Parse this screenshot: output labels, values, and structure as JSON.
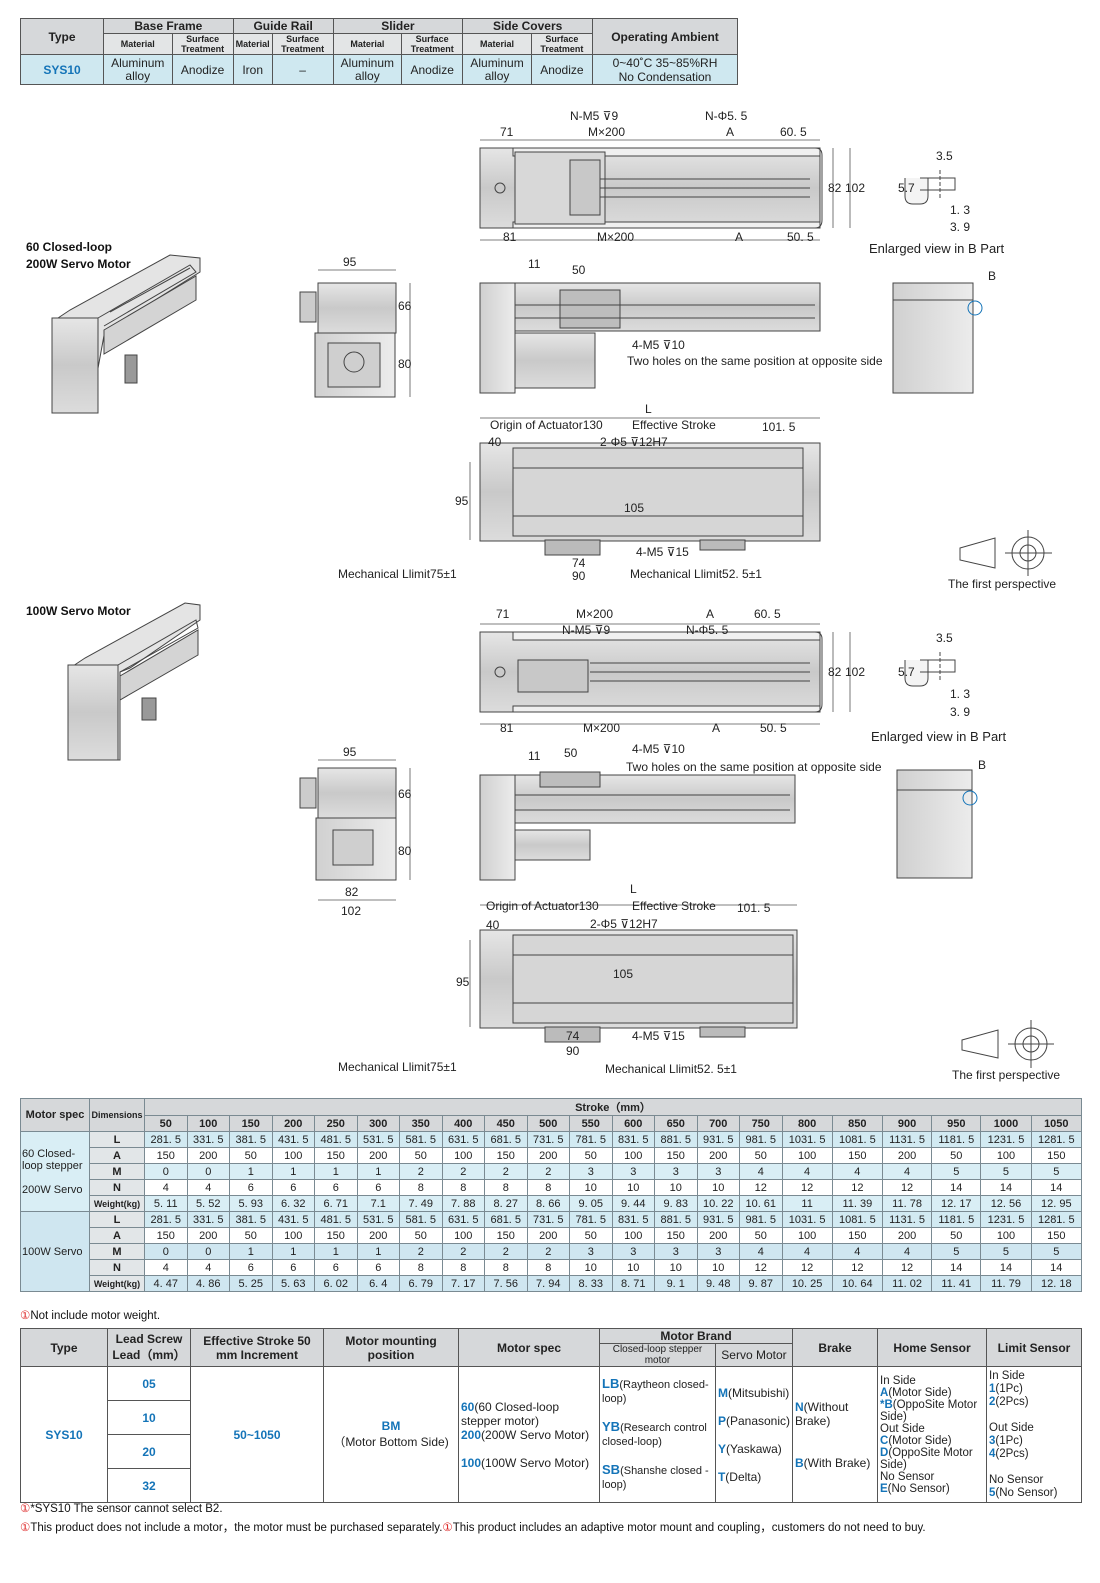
{
  "spec_table": {
    "headers": [
      "Type",
      "Base Frame",
      "Guide Rail",
      "Slider",
      "Side Covers",
      "Operating Ambient"
    ],
    "sub_material": "Material",
    "sub_surface": "Surface Treatment",
    "row": {
      "type": "SYS10",
      "bf_mat": "Aluminum alloy",
      "bf_surf": "Anodize",
      "gr_mat": "Iron",
      "gr_surf": "–",
      "sl_mat": "Aluminum alloy",
      "sl_surf": "Anodize",
      "sc_mat": "Aluminum alloy",
      "sc_surf": "Anodize",
      "ambient_1": "0~40˚C    35~85%RH",
      "ambient_2": "No Condensation"
    }
  },
  "labels": {
    "motor200_1": "60 Closed-loop",
    "motor200_2": "200W Servo Motor",
    "motor100": "100W Servo Motor",
    "enlarged": "Enlarged view in B Part",
    "perspective": "The first perspective",
    "b_part": "B",
    "two_holes": "Two holes on the same position at opposite side",
    "origin": "Origin of Actuator130",
    "eff_stroke": "Effective Stroke",
    "mech_left": "Mechanical Llimit75±1",
    "mech_right": "Mechanical Llimit52. 5±1"
  },
  "dims": {
    "d71": "71",
    "mx200": "M×200",
    "a": "A",
    "d605": "60. 5",
    "d81": "81",
    "d505": "50. 5",
    "d82": "82",
    "d102": "102",
    "nm5": "N-M5 ⊽9",
    "nphi": "N-Φ5. 5",
    "d57": "5.7",
    "d35": "3.5",
    "d13": "1. 3",
    "d39": "3. 9",
    "d95": "95",
    "d66": "66",
    "d80": "80",
    "d11": "11",
    "d50": "50",
    "m5_10": "4-M5 ⊽10",
    "L": "L",
    "d40": "40",
    "d1015": "101. 5",
    "phi5": "2-Φ5 ⊽12H7",
    "d105": "105",
    "m5_15": "4-M5 ⊽15",
    "d74": "74",
    "d90": "90"
  },
  "t2": {
    "h_motor": "Motor spec",
    "h_dim": "Dimensions",
    "h_stroke": "Stroke（mm）",
    "strokes": [
      "50",
      "100",
      "150",
      "200",
      "250",
      "300",
      "350",
      "400",
      "450",
      "500",
      "550",
      "600",
      "650",
      "700",
      "750",
      "800",
      "850",
      "900",
      "950",
      "1000",
      "1050"
    ],
    "g1_label": "60 Closed-loop stepper",
    "g1_label2": "200W Servo",
    "g2_label": "100W Servo",
    "rows1": [
      {
        "k": "L",
        "v": [
          "281. 5",
          "331. 5",
          "381. 5",
          "431. 5",
          "481. 5",
          "531. 5",
          "581. 5",
          "631. 5",
          "681. 5",
          "731. 5",
          "781. 5",
          "831. 5",
          "881. 5",
          "931. 5",
          "981. 5",
          "1031. 5",
          "1081. 5",
          "1131. 5",
          "1181. 5",
          "1231. 5",
          "1281. 5"
        ]
      },
      {
        "k": "A",
        "v": [
          "150",
          "200",
          "50",
          "100",
          "150",
          "200",
          "50",
          "100",
          "150",
          "200",
          "50",
          "100",
          "150",
          "200",
          "50",
          "100",
          "150",
          "200",
          "50",
          "100",
          "150"
        ]
      },
      {
        "k": "M",
        "v": [
          "0",
          "0",
          "1",
          "1",
          "1",
          "1",
          "2",
          "2",
          "2",
          "2",
          "3",
          "3",
          "3",
          "3",
          "4",
          "4",
          "4",
          "4",
          "5",
          "5",
          "5"
        ]
      },
      {
        "k": "N",
        "v": [
          "4",
          "4",
          "6",
          "6",
          "6",
          "6",
          "8",
          "8",
          "8",
          "8",
          "10",
          "10",
          "10",
          "10",
          "12",
          "12",
          "12",
          "12",
          "14",
          "14",
          "14"
        ]
      },
      {
        "k": "Weight(kg)",
        "v": [
          "5. 11",
          "5. 52",
          "5. 93",
          "6. 32",
          "6. 71",
          "7.1",
          "7. 49",
          "7. 88",
          "8. 27",
          "8. 66",
          "9. 05",
          "9. 44",
          "9. 83",
          "10. 22",
          "10. 61",
          "11",
          "11. 39",
          "11. 78",
          "12. 17",
          "12. 56",
          "12. 95"
        ]
      }
    ],
    "rows2": [
      {
        "k": "L",
        "v": [
          "281. 5",
          "331. 5",
          "381. 5",
          "431. 5",
          "481. 5",
          "531. 5",
          "581. 5",
          "631. 5",
          "681. 5",
          "731. 5",
          "781. 5",
          "831. 5",
          "881. 5",
          "931. 5",
          "981. 5",
          "1031. 5",
          "1081. 5",
          "1131. 5",
          "1181. 5",
          "1231. 5",
          "1281. 5"
        ]
      },
      {
        "k": "A",
        "v": [
          "150",
          "200",
          "50",
          "100",
          "150",
          "200",
          "50",
          "100",
          "150",
          "200",
          "50",
          "100",
          "150",
          "200",
          "50",
          "100",
          "150",
          "200",
          "50",
          "100",
          "150"
        ]
      },
      {
        "k": "M",
        "v": [
          "0",
          "0",
          "1",
          "1",
          "1",
          "1",
          "2",
          "2",
          "2",
          "2",
          "3",
          "3",
          "3",
          "3",
          "4",
          "4",
          "4",
          "4",
          "5",
          "5",
          "5"
        ]
      },
      {
        "k": "N",
        "v": [
          "4",
          "4",
          "6",
          "6",
          "6",
          "6",
          "8",
          "8",
          "8",
          "8",
          "10",
          "10",
          "10",
          "10",
          "12",
          "12",
          "12",
          "12",
          "14",
          "14",
          "14"
        ]
      },
      {
        "k": "Weight(kg)",
        "v": [
          "4. 47",
          "4. 86",
          "5. 25",
          "5. 63",
          "6. 02",
          "6. 4",
          "6. 79",
          "7. 17",
          "7. 56",
          "7. 94",
          "8. 33",
          "8. 71",
          "9. 1",
          "9. 48",
          "9. 87",
          "10. 25",
          "10. 64",
          "11. 02",
          "11. 41",
          "11. 79",
          "12. 18"
        ]
      }
    ],
    "note": "Not include motor weight."
  },
  "t3": {
    "h_type": "Type",
    "h_lead": "Lead Screw Lead（mm）",
    "h_eff": "Effective Stroke 50 mm Increment",
    "h_mount": "Motor mounting position",
    "h_motor": "Motor spec",
    "h_brand": "Motor Brand",
    "h_brand_sub1": "Closed-loop stepper motor",
    "h_brand_sub2": "Servo Motor",
    "h_brake": "Brake",
    "h_home": "Home Sensor",
    "h_limit": "Limit Sensor",
    "type": "SYS10",
    "leads": [
      "05",
      "10",
      "20",
      "32"
    ],
    "eff": "50~1050",
    "mount_code": "BM",
    "mount_desc": "（Motor Bottom Side)",
    "motor_60_code": "60",
    "motor_60_desc": "(60 Closed-loop stepper motor)",
    "motor_200_code": "200",
    "motor_200_desc": "(200W Servo Motor)",
    "motor_100_code": "100",
    "motor_100_desc": "(100W Servo Motor)",
    "lb_code": "LB",
    "lb_desc": "(Raytheon closed-loop)",
    "yb_code": "YB",
    "yb_desc": "(Research control closed-loop)",
    "sb_code": "SB",
    "sb_desc": "(Shanshe closed -loop)",
    "m_code": "M",
    "m_desc": "(Mitsubishi)",
    "p_code": "P",
    "p_desc": "(Panasonic)",
    "y_code": "Y",
    "y_desc": "(Yaskawa)",
    "t_code": "T",
    "t_desc": "(Delta)",
    "n_code": "N",
    "n_desc": "(Without Brake)",
    "b_code": "B",
    "b_desc": "(With Brake)",
    "home_in": "In Side",
    "home_a_code": "A",
    "home_a_desc": "(Motor Side)",
    "home_b_code": "*B",
    "home_b_desc": "(OppoSite Motor Side)",
    "home_out": "Out Side",
    "home_c_code": "C",
    "home_c_desc": "(Motor Side)",
    "home_d_code": "D",
    "home_d_desc": "(OppoSite Motor Side)",
    "home_no": "No Sensor",
    "home_e_code": "E",
    "home_e_desc": "(No Sensor)",
    "lim_in": "In Side",
    "lim_1_code": "1",
    "lim_1_desc": "(1Pc)",
    "lim_2_code": "2",
    "lim_2_desc": "(2Pcs)",
    "lim_out": "Out Side",
    "lim_3_code": "3",
    "lim_3_desc": "(1Pc)",
    "lim_4_code": "4",
    "lim_4_desc": "(2Pcs)",
    "lim_no": "No Sensor",
    "lim_5_code": "5",
    "lim_5_desc": "(No Sensor)"
  },
  "notes": {
    "n1": "*SYS10 The sensor cannot select B2.",
    "n2a": "This product does not include a motor，the motor must be purchased separately.",
    "n2b": "This product includes an adaptive motor mount and coupling，customers do not need to buy."
  },
  "colors": {
    "accent": "#1474b8",
    "header_gray": "#d6d8da",
    "row_blue": "#cfe6f0"
  }
}
